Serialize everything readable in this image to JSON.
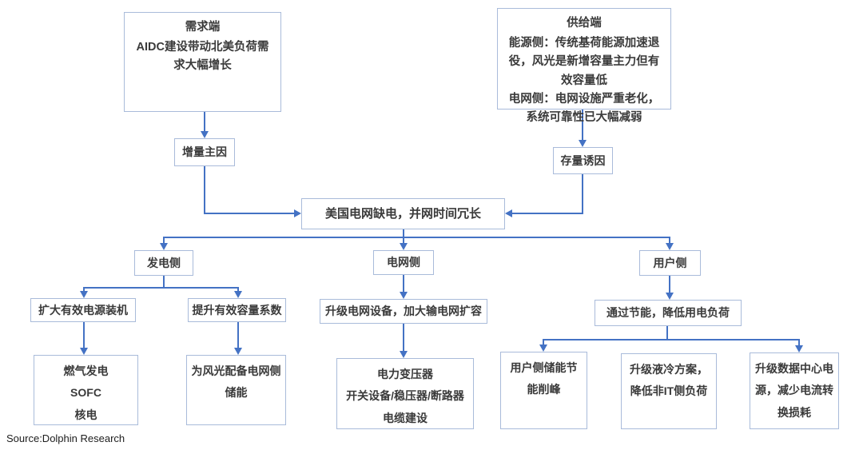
{
  "diagram": {
    "source_note": "Source:Dolphin Research",
    "colors": {
      "connector": "#4472c4",
      "box_border": "#a9bbda",
      "text": "#3a3a3a",
      "background": "#ffffff"
    },
    "nodes": {
      "demand": {
        "title": "需求端",
        "body": "AIDC建设带动北美负荷需求大幅增长"
      },
      "supply": {
        "title": "供给端",
        "body_energy": "能源侧：传统基荷能源加速退役，风光是新增容量主力但有效容量低",
        "body_grid": "电网侧：电网设施严重老化，系统可靠性已大幅减弱"
      },
      "increment_cause": {
        "label": "增量主因"
      },
      "stock_cause": {
        "label": "存量诱因"
      },
      "bottleneck": {
        "label": "美国电网缺电，并网时间冗长"
      },
      "gen_side": {
        "label": "发电侧"
      },
      "grid_side": {
        "label": "电网侧"
      },
      "user_side": {
        "label": "用户侧"
      },
      "expand_capacity": {
        "label": "扩大有效电源装机"
      },
      "improve_factor": {
        "label": "提升有效容量系数"
      },
      "upgrade_grid": {
        "label": "升级电网设备，加大输电网扩容"
      },
      "reduce_load": {
        "label": "通过节能，降低用电负荷"
      },
      "gen_options": {
        "lines": [
          "燃气发电",
          "SOFC",
          "核电"
        ]
      },
      "wind_storage": {
        "label": "为风光配备电网侧储能"
      },
      "grid_equipment": {
        "lines": [
          "电力变压器",
          "开关设备/稳压器/断路器",
          "电缆建设"
        ]
      },
      "user_storage": {
        "label": "用户侧储能节能削峰"
      },
      "liquid_cooling": {
        "label": "升级液冷方案，降低非IT侧负荷"
      },
      "dc_power": {
        "label": "升级数据中心电源，减少电流转换损耗"
      }
    }
  }
}
